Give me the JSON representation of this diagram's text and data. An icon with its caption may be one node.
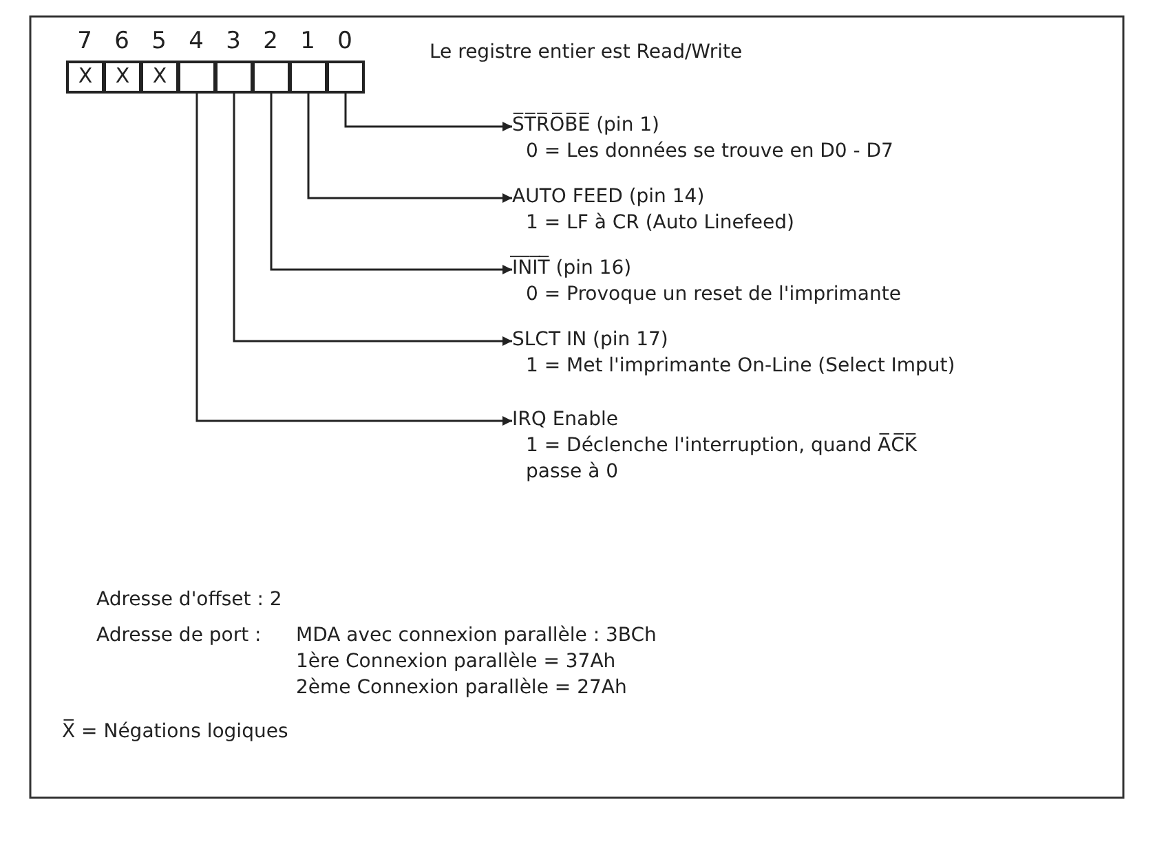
{
  "diagram": {
    "nodes": [
      {
        "text": [
          "X"
        ],
        "beside": [
          "7"
        ]
      },
      {
        "text": [
          "X"
        ],
        "beside": [
          "6"
        ]
      },
      {
        "text": [
          "X"
        ],
        "beside": [
          "5"
        ]
      },
      {
        "text": [],
        "shape": "box",
        "beside": [
          "4"
        ]
      },
      {
        "text": [],
        "shape": "box",
        "beside": [
          "3"
        ]
      },
      {
        "text": [],
        "shape": "box",
        "beside": [
          "2"
        ]
      },
      {
        "text": [],
        "shape": "box",
        "beside": [
          "1"
        ]
      },
      {
        "text": [],
        "shape": "box",
        "beside": [
          "0"
        ]
      },
      {
        "text": [
          "S̅T̅R̅O̅B̅E̅ (pin 1)",
          "0 = Les données se trouve en D0 - D7"
        ]
      },
      {
        "text": [
          "AUTO FEED (pin 14)",
          "1 = LF à CR (Auto Linefeed)"
        ]
      },
      {
        "text": [
          "I̅N̅I̅T̅ (pin 16)",
          "0 = Provoque un reset de l'imprimante"
        ]
      },
      {
        "text": [
          "SLCT IN (pin 17)",
          "1 = Met l'imprimante On-Line (Select Imput)"
        ]
      },
      {
        "text": [
          "IRQ Enable",
          "1 = Déclenche l'interruption, quand A̅C̅K̅ passe à 0"
        ]
      }
    ],
    "edges": [
      {
        "from": 7,
        "to": 8,
        "arrow": "to"
      },
      {
        "from": 6,
        "to": 9,
        "arrow": "to"
      },
      {
        "from": 5,
        "to": 10,
        "arrow": "to"
      },
      {
        "from": 4,
        "to": 11,
        "arrow": "to"
      },
      {
        "from": 3,
        "to": 12,
        "arrow": "to"
      }
    ],
    "labels": [
      "Le registre entier est Read/Write",
      "Adresse d'offset : 2",
      "Adresse de port :",
      "MDA avec connexion parallèle : 3BCh",
      "1ère Connexion parallèle = 37Ah",
      "2ème Connexion parallèle = 27Ah",
      "X̅ = Négations logiques"
    ]
  }
}
